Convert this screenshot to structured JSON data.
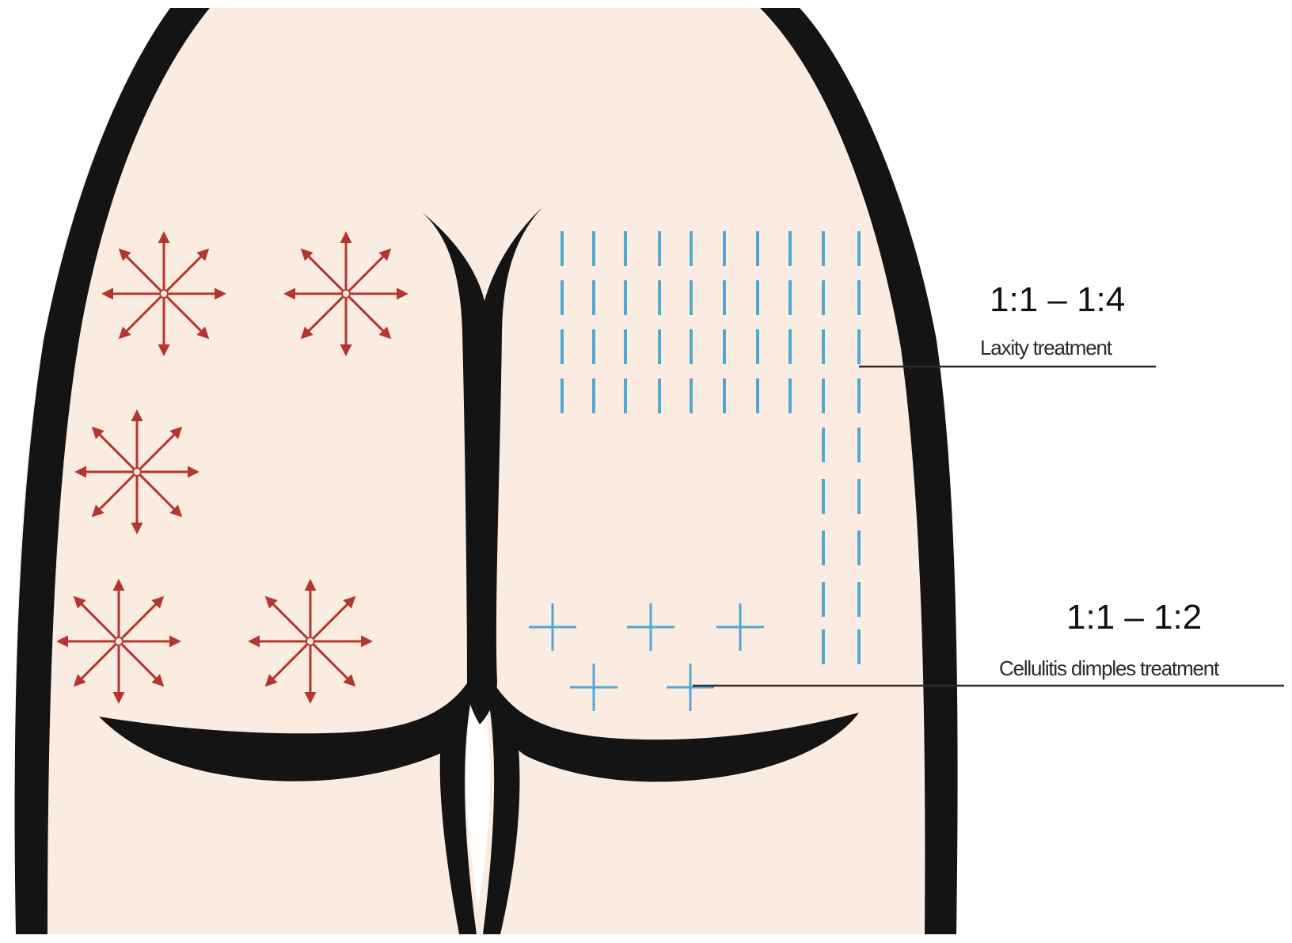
{
  "colors": {
    "skin": "#fbece1",
    "outline": "#141414",
    "arrow": "#b4362f",
    "dash": "#53a8d2",
    "leader": "#2b2b2b"
  },
  "annotations": {
    "laxity": {
      "ratio": "1:1 – 1:4",
      "label": "Laxity treatment"
    },
    "cellulitis": {
      "ratio": "1:1 – 1:2",
      "label": "Cellulitis dimples treatment"
    }
  }
}
